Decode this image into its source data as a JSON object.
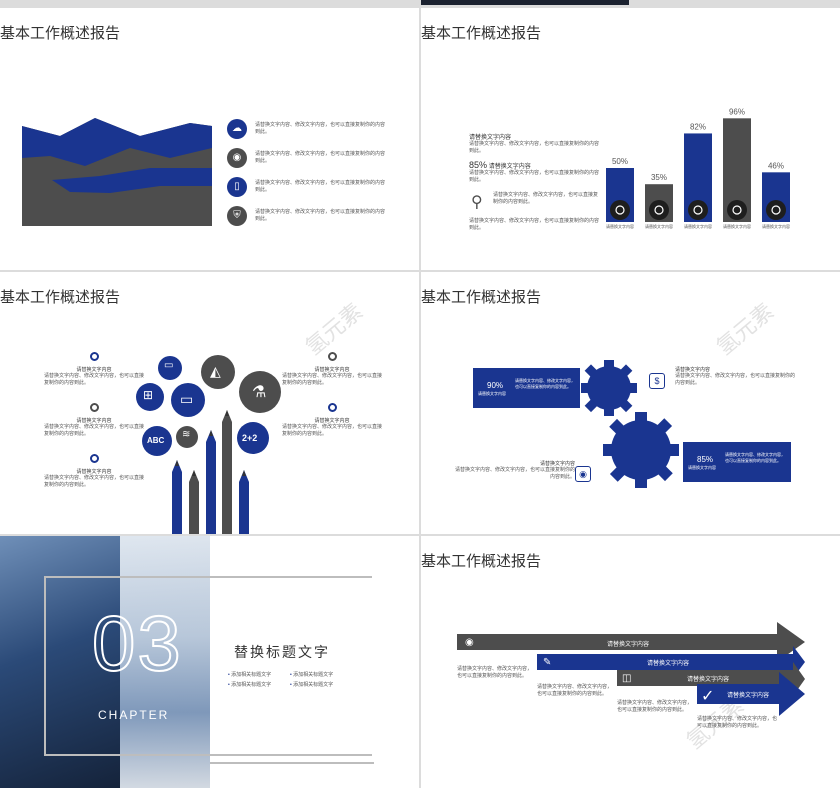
{
  "colors": {
    "blue": "#1a3590",
    "gray": "#4d4d4d",
    "light": "#dddddd"
  },
  "slides": {
    "s1": {
      "title": "基本工作概述报告",
      "items": [
        {
          "icon": "cloud-upload-icon",
          "text": "请替换文字内容、修改文字内容，也可以直接复制你的内容到此。"
        },
        {
          "icon": "bulb-icon",
          "text": "请替换文字内容、修改文字内容，也可以直接复制你的内容到此。"
        },
        {
          "icon": "phone-icon",
          "text": "请替换文字内容、修改文字内容，也可以直接复制你的内容到此。"
        },
        {
          "icon": "shield-icon",
          "text": "请替换文字内容、修改文字内容，也可以直接复制你的内容到此。"
        }
      ]
    },
    "s2": {
      "title": "基本工作概述报告",
      "left": [
        {
          "head": "请替换文字内容",
          "text": "请替换文字内容、修改文字内容，也可以直接复制你的内容到此。"
        },
        {
          "head": "85%",
          "head2": "请替换文字内容",
          "text": "请替换文字内容、修改文字内容，也可以直接复制你的内容到此。"
        },
        {
          "text": "请替换文字内容、修改文字内容，也可以直接复制你的内容到此。"
        },
        {
          "text": "请替换文字内容、修改文字内容，也可以直接复制你的内容到此。"
        }
      ],
      "chart_data": {
        "type": "bar",
        "categories": [
          "请替换文字内容",
          "请替换文字内容",
          "请替换文字内容",
          "请替换文字内容",
          "请替换文字内容"
        ],
        "values": [
          50,
          35,
          82,
          96,
          46
        ],
        "labels": [
          "50%",
          "35%",
          "82%",
          "96%",
          "46%"
        ],
        "colors": [
          "#1a3590",
          "#4d4d4d",
          "#1a3590",
          "#4d4d4d",
          "#1a3590"
        ],
        "icons": [
          "monitor-icon",
          "satellite-icon",
          "camera-icon",
          "picture-icon",
          "disc-icon"
        ],
        "ylim": [
          0,
          100
        ]
      }
    },
    "s3": {
      "title": "基本工作概述报告",
      "watermark": "氢元素",
      "left": [
        {
          "head": "请替换文字内容",
          "text": "请替换文字内容、修改文字内容，也可以直接复制你的内容到此。"
        },
        {
          "head": "请替换文字内容",
          "text": "请替换文字内容、修改文字内容，也可以直接复制你的内容到此。"
        },
        {
          "head": "请替换文字内容",
          "text": "请替换文字内容、修改文字内容，也可以直接复制你的内容到此。"
        }
      ],
      "right": [
        {
          "head": "请替换文字内容",
          "text": "请替换文字内容、修改文字内容，也可以直接复制你的内容到此。"
        },
        {
          "head": "请替换文字内容",
          "text": "请替换文字内容、修改文字内容，也可以直接复制你的内容到此。"
        }
      ],
      "bubbles": [
        "ABC",
        "2+2"
      ]
    },
    "s4": {
      "title": "基本工作概述报告",
      "watermark": "氢元素",
      "box1": {
        "pct": "90%",
        "label": "请替换文字内容",
        "text": "请替换文字内容、修改文字内容，也可以直接复制你的内容到此。"
      },
      "box2": {
        "pct": "85%",
        "label": "请替换文字内容",
        "text": "请替换文字内容、修改文字内容，也可以直接复制你的内容到此。"
      },
      "note1": {
        "head": "请替换文字内容",
        "text": "请替换文字内容、修改文字内容，也可以直接复制你的内容到此。"
      },
      "note2": {
        "head": "请替换文字内容",
        "text": "请替换文字内容、修改文字内容，也可以直接复制你的内容到此。"
      }
    },
    "s5": {
      "number": "03",
      "chapter": "CHAPTER",
      "heading": "替换标题文字",
      "bullets": [
        "添加相关标题文字",
        "添加相关标题文字",
        "添加相关标题文字",
        "添加相关标题文字"
      ]
    },
    "s6": {
      "title": "基本工作概述报告",
      "watermark": "氢元素",
      "arrows": [
        "请替换文字内容",
        "请替换文字内容",
        "请替换文字内容",
        "请替换文字内容"
      ],
      "notes": [
        "请替换文字内容、修改文字内容，也可以直接复制你的内容到此。",
        "请替换文字内容、修改文字内容，也可以直接复制你的内容到此。",
        "请替换文字内容、修改文字内容，也可以直接复制你的内容到此。",
        "请替换文字内容、修改文字内容，也可以直接复制你的内容到此。"
      ]
    }
  }
}
